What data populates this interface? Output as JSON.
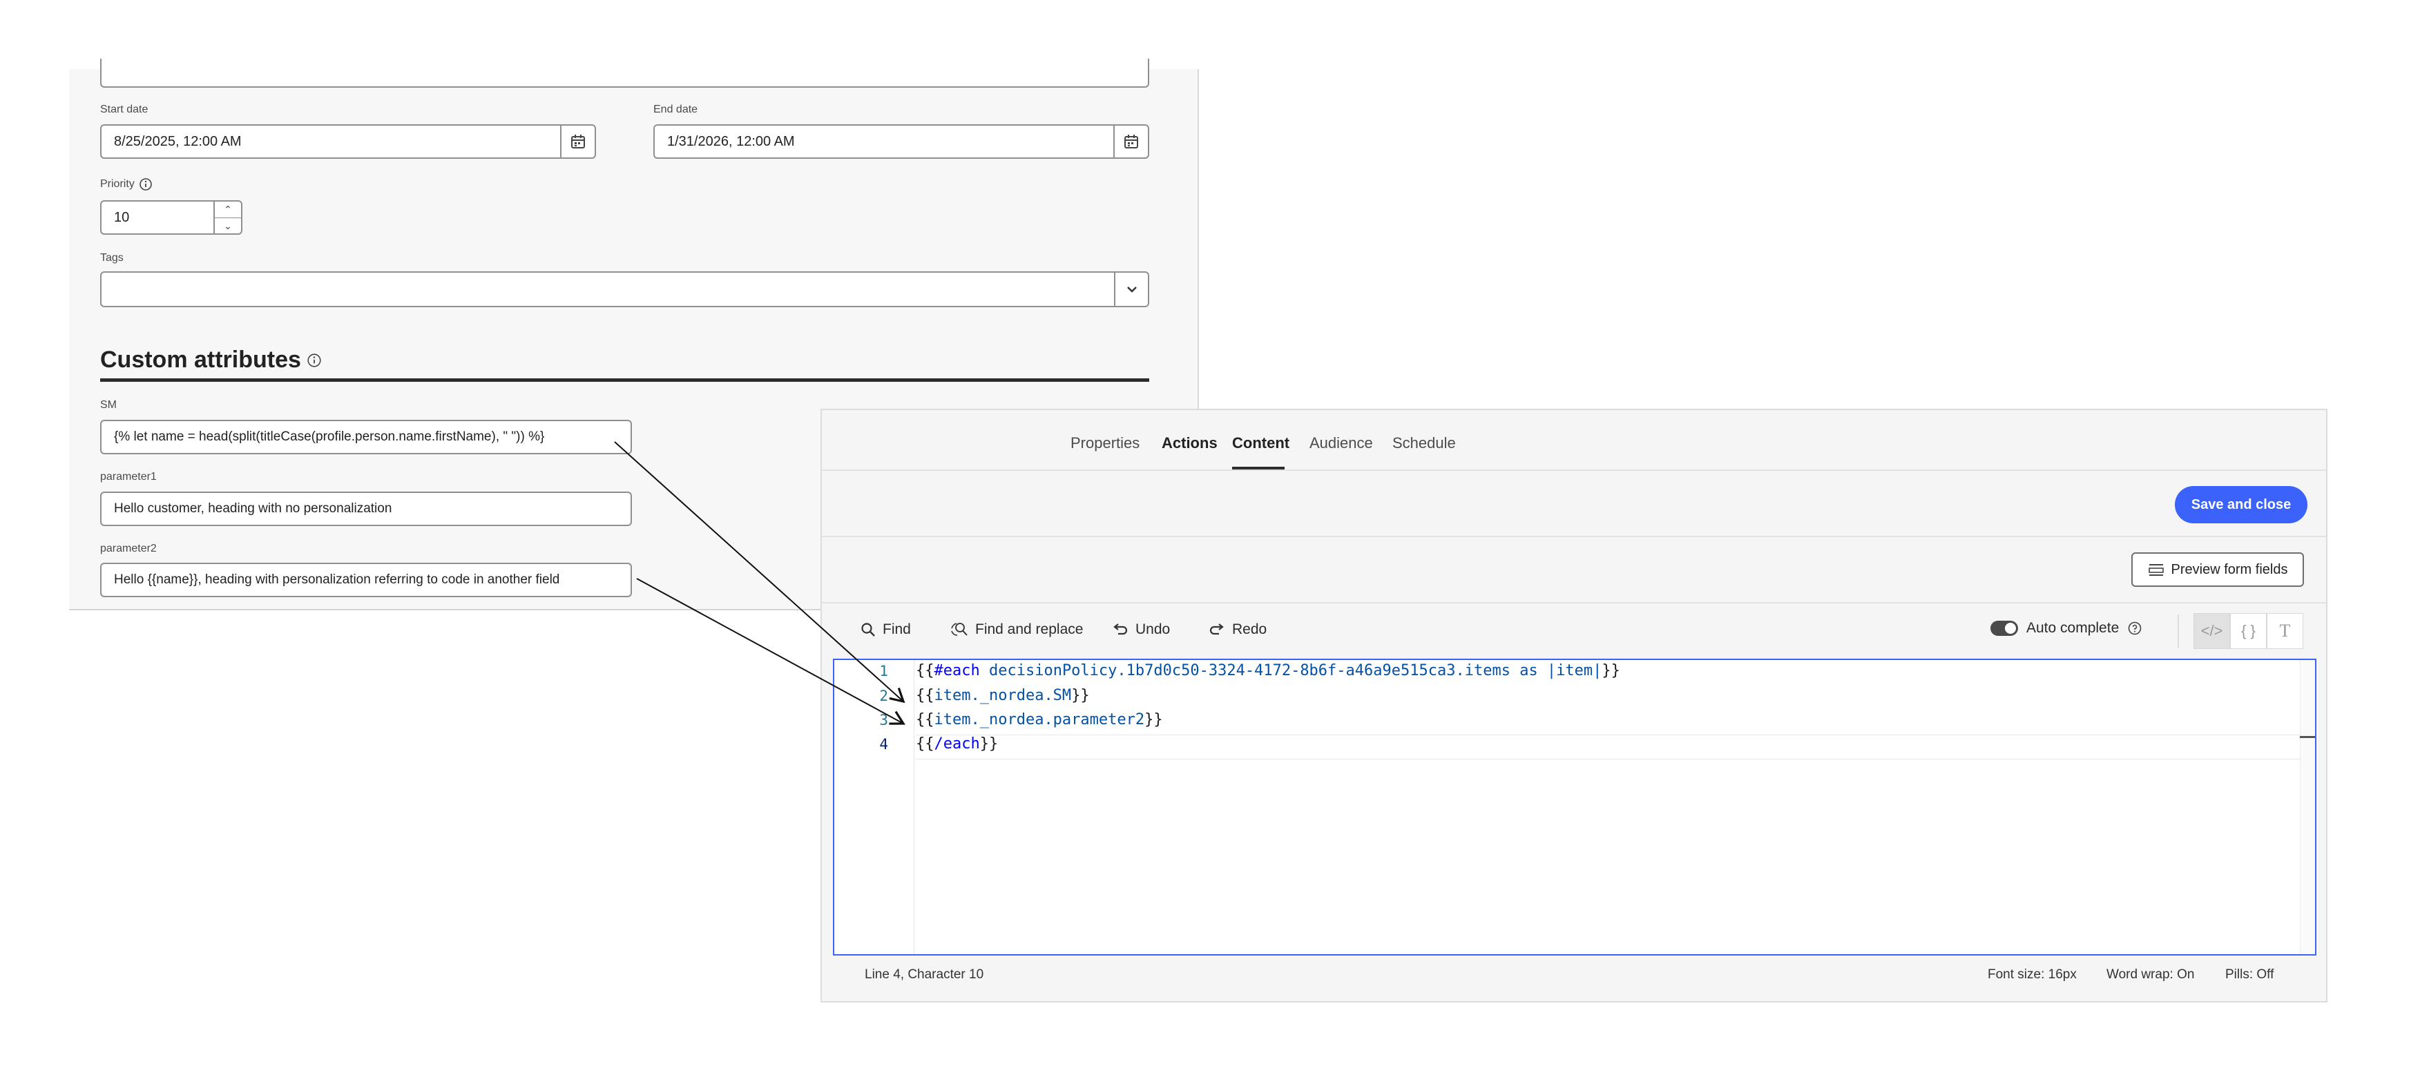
{
  "form": {
    "start_date_label": "Start date",
    "start_date_value": "8/25/2025, 12:00 AM",
    "end_date_label": "End date",
    "end_date_value": "1/31/2026, 12:00 AM",
    "priority_label": "Priority",
    "priority_value": "10",
    "tags_label": "Tags",
    "tags_value": ""
  },
  "custom_attributes": {
    "title": "Custom attributes",
    "fields": [
      {
        "label": "SM",
        "value": "{% let name = head(split(titleCase(profile.person.name.firstName), \" \")) %}"
      },
      {
        "label": "parameter1",
        "value": "Hello customer, heading with no personalization"
      },
      {
        "label": "parameter2",
        "value": "Hello {{name}}, heading with personalization referring to code in another field"
      }
    ]
  },
  "tabs": [
    {
      "label": "Properties",
      "active": false
    },
    {
      "label": "Actions",
      "active": false
    },
    {
      "label": "Content",
      "active": true
    },
    {
      "label": "Audience",
      "active": false
    },
    {
      "label": "Schedule",
      "active": false
    }
  ],
  "buttons": {
    "save_and_close": "Save and close",
    "preview_form_fields": "Preview form fields"
  },
  "toolbar": {
    "find": "Find",
    "find_replace": "Find and replace",
    "undo": "Undo",
    "redo": "Redo",
    "auto_complete": "Auto complete",
    "auto_complete_on": true
  },
  "editor": {
    "line_numbers": [
      "1",
      "2",
      "3",
      "4"
    ],
    "lines": {
      "l1_open": "{{",
      "l1_kw": "#each",
      "l1_rest": " decisionPolicy.1b7d0c50-3324-4172-8b6f-a46a9e515ca3.items as |item|",
      "l1_close": "}}",
      "l2_open": "{{",
      "l2_body": "item._nordea.SM",
      "l2_close": "}}",
      "l3_open": "{{",
      "l3_body": "item._nordea.parameter2",
      "l3_close": "}}",
      "l4_open": "{{",
      "l4_kw": "/each",
      "l4_close": "}}"
    }
  },
  "status_bar": {
    "position": "Line 4, Character 10",
    "font_size": "Font size: 16px",
    "word_wrap": "Word wrap: On",
    "pills": "Pills: Off"
  },
  "colors": {
    "accent": "#3b63fb",
    "panel_bg": "#f5f5f5",
    "code_keyword": "#0000ff",
    "code_text": "#0451a5"
  }
}
